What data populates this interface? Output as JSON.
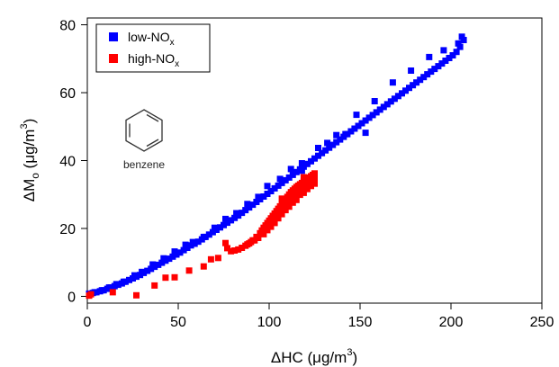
{
  "chart_data": {
    "type": "scatter",
    "xlabel": "ΔHC (μg/m³)",
    "ylabel": "ΔMo (μg/m³)",
    "xlim": [
      0,
      250
    ],
    "ylim": [
      -2,
      82
    ],
    "xticks": [
      0,
      50,
      100,
      150,
      200,
      250
    ],
    "yticks": [
      0,
      20,
      40,
      60,
      80
    ],
    "grid": false,
    "legend_position": "top-left",
    "annotations": [
      {
        "text": "benzene",
        "icon": "benzene-ring-icon"
      }
    ],
    "series": [
      {
        "name": "low-NOx",
        "name_main": "low-NO",
        "name_sub": "x",
        "color": "#0000ff",
        "marker": "square",
        "points": [
          [
            1,
            0.8
          ],
          [
            3,
            1.0
          ],
          [
            5,
            1.2
          ],
          [
            7,
            1.5
          ],
          [
            9,
            1.8
          ],
          [
            11,
            2.2
          ],
          [
            13,
            2.6
          ],
          [
            15,
            3.0
          ],
          [
            17,
            3.4
          ],
          [
            19,
            3.8
          ],
          [
            21,
            4.3
          ],
          [
            23,
            4.8
          ],
          [
            25,
            5.3
          ],
          [
            27,
            5.8
          ],
          [
            29,
            6.3
          ],
          [
            31,
            6.9
          ],
          [
            33,
            7.5
          ],
          [
            35,
            8.1
          ],
          [
            37,
            8.7
          ],
          [
            39,
            9.3
          ],
          [
            41,
            9.9
          ],
          [
            43,
            10.5
          ],
          [
            45,
            11.1
          ],
          [
            47,
            11.7
          ],
          [
            49,
            12.3
          ],
          [
            51,
            12.9
          ],
          [
            53,
            13.6
          ],
          [
            55,
            14.3
          ],
          [
            57,
            15.0
          ],
          [
            59,
            15.5
          ],
          [
            61,
            16.1
          ],
          [
            63,
            16.8
          ],
          [
            65,
            17.5
          ],
          [
            67,
            18.2
          ],
          [
            69,
            18.9
          ],
          [
            71,
            19.6
          ],
          [
            73,
            20.3
          ],
          [
            75,
            21.0
          ],
          [
            77,
            21.7
          ],
          [
            79,
            22.4
          ],
          [
            81,
            23.1
          ],
          [
            83,
            23.8
          ],
          [
            85,
            24.6
          ],
          [
            87,
            25.4
          ],
          [
            89,
            26.2
          ],
          [
            91,
            27.0
          ],
          [
            93,
            27.8
          ],
          [
            95,
            28.6
          ],
          [
            97,
            29.4
          ],
          [
            99,
            30.2
          ],
          [
            101,
            31.0
          ],
          [
            103,
            31.8
          ],
          [
            105,
            32.6
          ],
          [
            107,
            33.4
          ],
          [
            109,
            34.2
          ],
          [
            111,
            35.0
          ],
          [
            113,
            35.8
          ],
          [
            115,
            36.6
          ],
          [
            117,
            37.4
          ],
          [
            119,
            38.2
          ],
          [
            121,
            39.0
          ],
          [
            123,
            39.8
          ],
          [
            125,
            40.6
          ],
          [
            127,
            41.4
          ],
          [
            129,
            42.2
          ],
          [
            131,
            43.0
          ],
          [
            133,
            43.8
          ],
          [
            135,
            44.6
          ],
          [
            137,
            45.4
          ],
          [
            139,
            46.2
          ],
          [
            141,
            47.0
          ],
          [
            143,
            47.8
          ],
          [
            145,
            48.6
          ],
          [
            147,
            49.4
          ],
          [
            149,
            50.2
          ],
          [
            151,
            51.0
          ],
          [
            153,
            51.8
          ],
          [
            155,
            52.6
          ],
          [
            157,
            53.4
          ],
          [
            159,
            54.2
          ],
          [
            161,
            55.0
          ],
          [
            163,
            55.8
          ],
          [
            165,
            56.6
          ],
          [
            167,
            57.4
          ],
          [
            169,
            58.2
          ],
          [
            171,
            59.0
          ],
          [
            173,
            59.8
          ],
          [
            175,
            60.6
          ],
          [
            177,
            61.4
          ],
          [
            179,
            62.2
          ],
          [
            181,
            63.0
          ],
          [
            183,
            63.8
          ],
          [
            185,
            64.6
          ],
          [
            187,
            65.4
          ],
          [
            189,
            66.2
          ],
          [
            191,
            67.0
          ],
          [
            193,
            67.8
          ],
          [
            195,
            68.6
          ],
          [
            197,
            69.4
          ],
          [
            199,
            70.2
          ],
          [
            201,
            71.0
          ],
          [
            203,
            72.0
          ],
          [
            205,
            73.5
          ],
          [
            207,
            75.5
          ],
          [
            206,
            76.5
          ],
          [
            204,
            74.5
          ],
          [
            196,
            72.5
          ],
          [
            188,
            70.5
          ],
          [
            178,
            66.5
          ],
          [
            168,
            63.0
          ],
          [
            158,
            57.5
          ],
          [
            148,
            53.5
          ],
          [
            142,
            47.8
          ],
          [
            137,
            47.5
          ],
          [
            132,
            45.2
          ],
          [
            127,
            43.7
          ],
          [
            118,
            39.2
          ],
          [
            112,
            37.5
          ],
          [
            106,
            34.6
          ],
          [
            99,
            32.5
          ],
          [
            94,
            29.3
          ],
          [
            88,
            27.2
          ],
          [
            82,
            24.5
          ],
          [
            76,
            22.8
          ],
          [
            70,
            20.2
          ],
          [
            64,
            17.5
          ],
          [
            58,
            16.0
          ],
          [
            54,
            15.2
          ],
          [
            48,
            13.2
          ],
          [
            42,
            11.2
          ],
          [
            36,
            9.4
          ],
          [
            30,
            7.2
          ],
          [
            26,
            6.2
          ],
          [
            20,
            4.3
          ],
          [
            16,
            3.6
          ],
          [
            12,
            2.6
          ],
          [
            8,
            1.8
          ],
          [
            4,
            1.2
          ],
          [
            153,
            48.2
          ],
          [
            118,
            37.0
          ]
        ]
      },
      {
        "name": "high-NOx",
        "name_main": "high-NO",
        "name_sub": "x",
        "color": "#ff0000",
        "marker": "square",
        "points": [
          [
            1,
            0.2
          ],
          [
            2,
            0.6
          ],
          [
            14,
            1.2
          ],
          [
            27,
            0.3
          ],
          [
            37,
            3.2
          ],
          [
            43,
            5.5
          ],
          [
            48,
            5.6
          ],
          [
            56,
            7.6
          ],
          [
            64,
            8.8
          ],
          [
            68,
            10.9
          ],
          [
            72,
            11.3
          ],
          [
            76,
            15.7
          ],
          [
            77,
            14.2
          ],
          [
            79,
            13.3
          ],
          [
            81,
            13.5
          ],
          [
            83,
            13.8
          ],
          [
            85,
            14.3
          ],
          [
            87,
            14.9
          ],
          [
            89,
            15.6
          ],
          [
            91,
            16.5
          ],
          [
            93,
            17.5
          ],
          [
            95,
            18.6
          ],
          [
            96,
            19.4
          ],
          [
            97,
            20.2
          ],
          [
            98,
            20.9
          ],
          [
            99,
            21.6
          ],
          [
            100,
            22.3
          ],
          [
            101,
            23.0
          ],
          [
            102,
            23.7
          ],
          [
            103,
            24.4
          ],
          [
            104,
            25.1
          ],
          [
            105,
            25.8
          ],
          [
            106,
            26.5
          ],
          [
            107,
            27.2
          ],
          [
            108,
            27.9
          ],
          [
            109,
            28.6
          ],
          [
            110,
            29.3
          ],
          [
            111,
            30.0
          ],
          [
            112,
            30.7
          ],
          [
            113,
            31.2
          ],
          [
            114,
            31.7
          ],
          [
            115,
            32.2
          ],
          [
            116,
            32.6
          ],
          [
            117,
            33.0
          ],
          [
            118,
            33.4
          ],
          [
            119,
            33.8
          ],
          [
            120,
            34.2
          ],
          [
            121,
            34.6
          ],
          [
            122,
            35.0
          ],
          [
            123,
            35.4
          ],
          [
            124,
            35.8
          ],
          [
            125,
            36.2
          ],
          [
            124,
            34.6
          ],
          [
            122,
            33.8
          ],
          [
            120,
            32.9
          ],
          [
            118,
            31.8
          ],
          [
            116,
            30.8
          ],
          [
            114,
            29.7
          ],
          [
            112,
            28.6
          ],
          [
            110,
            27.5
          ],
          [
            108,
            26.3
          ],
          [
            106,
            25.1
          ],
          [
            104,
            23.9
          ],
          [
            102,
            22.6
          ],
          [
            100,
            21.3
          ],
          [
            98,
            19.8
          ],
          [
            96,
            18.6
          ],
          [
            94,
            17.2
          ],
          [
            92,
            16.5
          ],
          [
            90,
            16.0
          ],
          [
            88,
            15.3
          ],
          [
            123,
            32.5
          ],
          [
            121,
            31.6
          ],
          [
            119,
            30.5
          ],
          [
            117,
            29.9
          ],
          [
            115,
            28.4
          ],
          [
            113,
            27.6
          ],
          [
            111,
            26.4
          ],
          [
            109,
            25.4
          ],
          [
            107,
            24.2
          ],
          [
            105,
            23.0
          ],
          [
            103,
            21.6
          ],
          [
            101,
            20.5
          ],
          [
            99,
            19.5
          ],
          [
            97,
            18.3
          ],
          [
            125,
            34.8
          ],
          [
            125,
            33.2
          ],
          [
            119,
            35.1
          ],
          [
            113,
            29.8
          ],
          [
            107,
            28.8
          ]
        ]
      }
    ]
  }
}
